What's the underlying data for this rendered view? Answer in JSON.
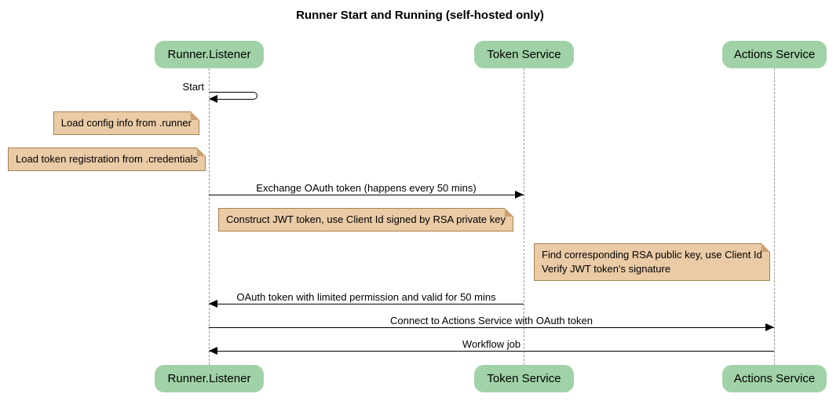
{
  "diagram": {
    "title": "Runner Start and Running (self-hosted only)",
    "type": "sequence-diagram",
    "participants": [
      {
        "name": "Runner.Listener"
      },
      {
        "name": "Token Service"
      },
      {
        "name": "Actions Service"
      }
    ],
    "messages": [
      {
        "label": "Start",
        "from": "Runner.Listener",
        "to": "Runner.Listener",
        "kind": "self"
      },
      {
        "label": "Exchange OAuth token (happens every 50 mins)",
        "from": "Runner.Listener",
        "to": "Token Service",
        "kind": "solid-arrow"
      },
      {
        "label": "OAuth token with limited permission and valid for 50 mins",
        "from": "Token Service",
        "to": "Runner.Listener",
        "kind": "solid-arrow"
      },
      {
        "label": "Connect to Actions Service with OAuth token",
        "from": "Runner.Listener",
        "to": "Actions Service",
        "kind": "solid-arrow"
      },
      {
        "label": "Workflow job",
        "from": "Actions Service",
        "to": "Runner.Listener",
        "kind": "solid-arrow"
      }
    ],
    "notes": [
      {
        "text": "Load config info from .runner",
        "position": "left of Runner.Listener"
      },
      {
        "text": "Load token registration from .credentials",
        "position": "left of Runner.Listener"
      },
      {
        "text": "Construct JWT token, use Client Id signed by RSA private key",
        "position": "between Runner.Listener and Token Service"
      },
      {
        "lines": [
          "Find corresponding RSA public key, use Client Id",
          "Verify JWT token's signature"
        ],
        "position": "right of Token Service"
      }
    ],
    "colors": {
      "participant_fill": "#A1D2A7",
      "note_fill": "#EACBA6",
      "note_border": "#A8824F",
      "lifeline": "#999999",
      "arrow": "#000000",
      "background": "#FFFFFF",
      "text": "#000000"
    }
  }
}
